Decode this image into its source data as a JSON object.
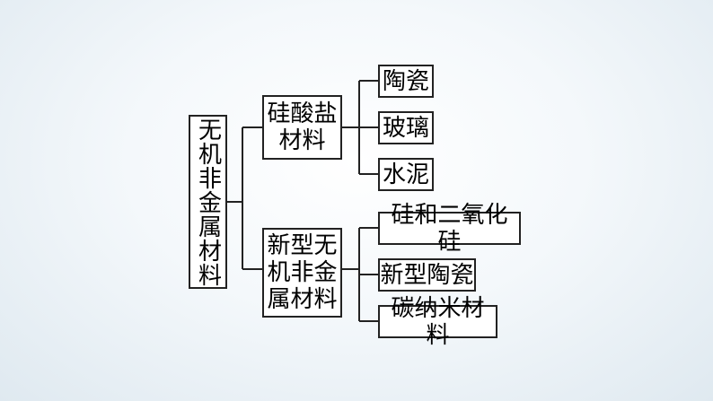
{
  "diagram": {
    "root": {
      "label": "无机非金属材料"
    },
    "branches": [
      {
        "line1": "硅酸盐",
        "line2": "材料",
        "children": [
          "陶瓷",
          "玻璃",
          "水泥"
        ]
      },
      {
        "line1": "新型无",
        "line2": "机非金",
        "line3": "属材料",
        "children": [
          "硅和二氧化硅",
          "新型陶瓷",
          "碳纳米材料"
        ]
      }
    ]
  }
}
